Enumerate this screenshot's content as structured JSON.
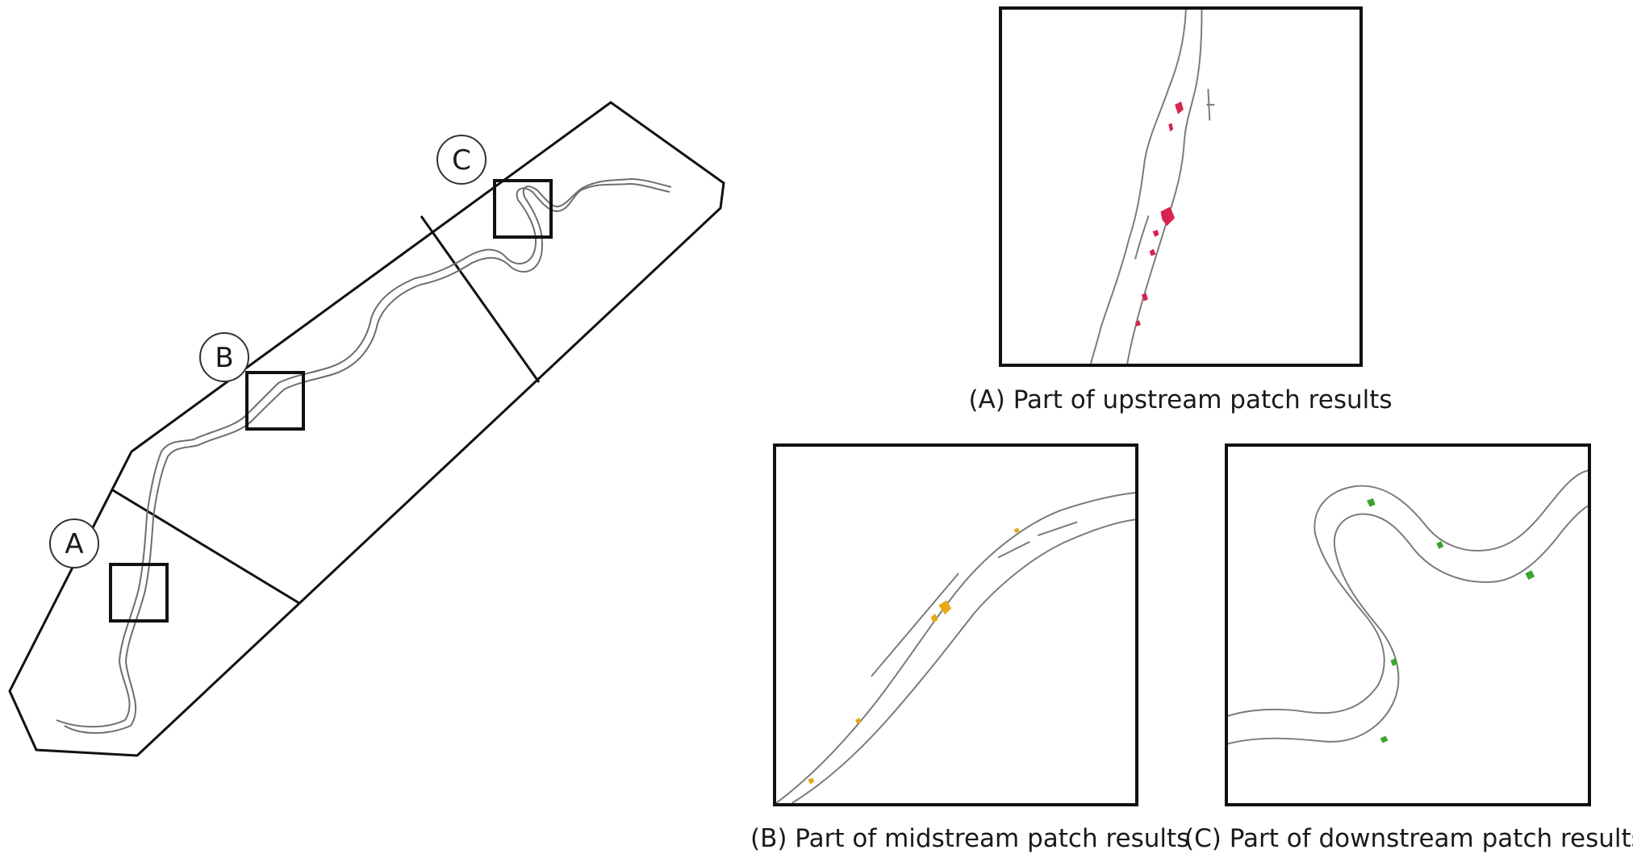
{
  "overview": {
    "markers": [
      "A",
      "B",
      "C"
    ]
  },
  "panels": {
    "upstream": {
      "caption": "(A) Part of upstream patch results",
      "patch_color": "#d6244e"
    },
    "midstream": {
      "caption": "(B) Part of midstream patch results",
      "patch_color": "#e8a817"
    },
    "downstream": {
      "caption": "(C) Part of downstream patch results",
      "patch_color": "#3aa52c"
    }
  },
  "colors": {
    "outline": "#111111",
    "river": "#6e6e6e"
  }
}
